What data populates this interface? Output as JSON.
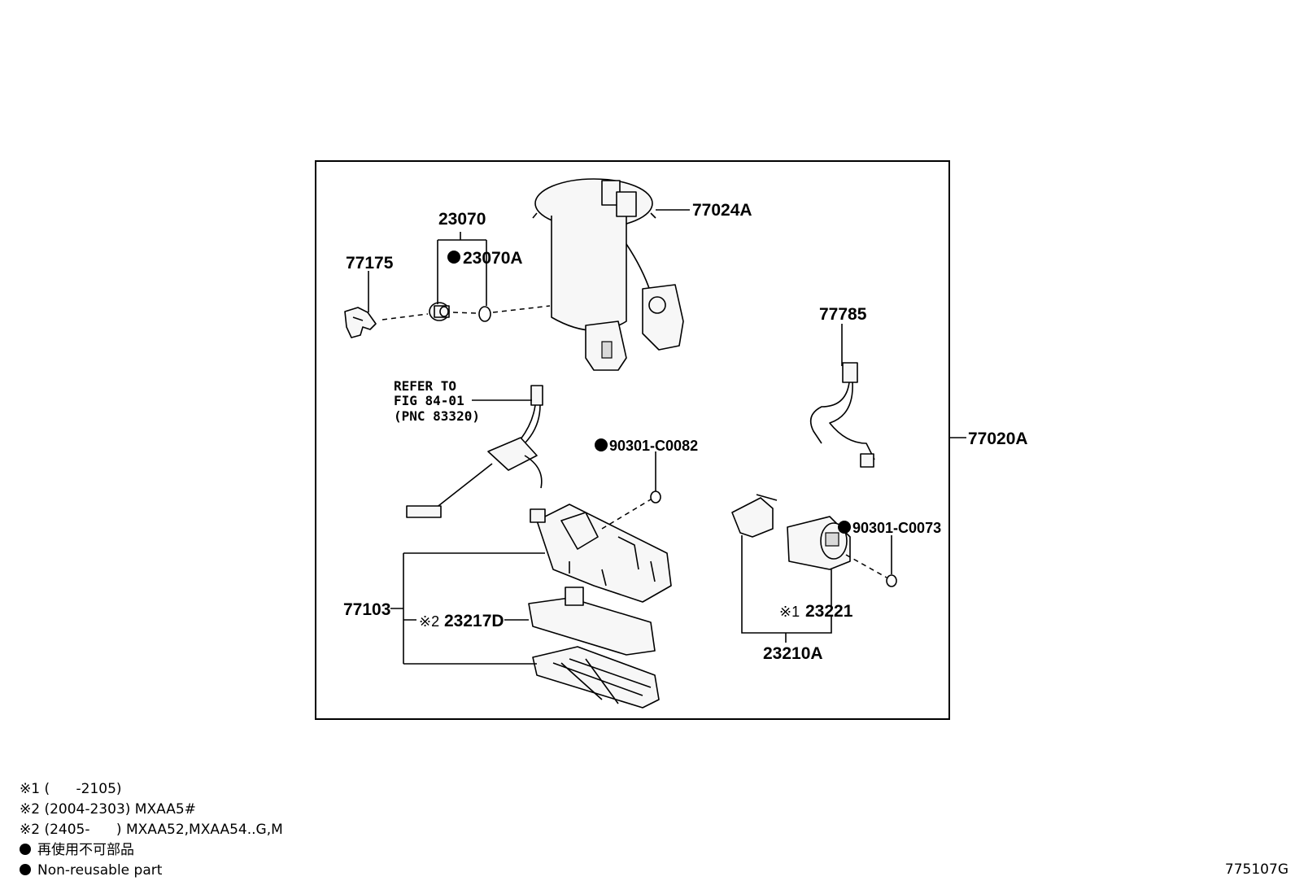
{
  "labels": {
    "p77024A": "77024A",
    "p23070": "23070",
    "p23070A": "23070A",
    "p77175": "77175",
    "p77785": "77785",
    "refer1": "REFER TO",
    "refer2": "FIG 84-01",
    "refer3": "(PNC 83320)",
    "p90301_C0082": "90301-C0082",
    "p77020A": "77020A",
    "p90301_C0073": "90301-C0073",
    "p77103": "77103",
    "p23217D_note": "※2",
    "p23217D": "23217D",
    "p23221_note": "※1",
    "p23221": "23221",
    "p23210A": "23210A"
  },
  "legend": {
    "note1": "※1 (      -2105)",
    "note2": "※2 (2004-2303) MXAA5#",
    "note3": "※2 (2405-      ) MXAA52,MXAA54..G,M",
    "bullet_jp": "再使用不可部品",
    "bullet_en": "Non-reusable part"
  },
  "figure_code": "775107G",
  "colors": {
    "line": "#000000",
    "background": "#ffffff"
  }
}
